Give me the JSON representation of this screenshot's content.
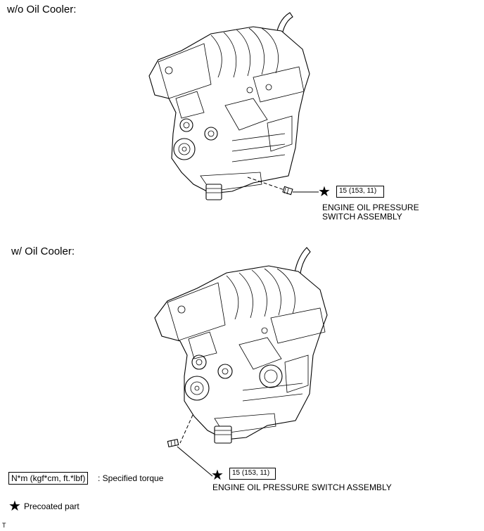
{
  "diagrams": [
    {
      "title": "w/o Oil Cooler:",
      "torque": "15 (153, 11)",
      "part_label_lines": [
        "ENGINE OIL PRESSURE",
        "SWITCH ASSEMBLY"
      ]
    },
    {
      "title": "w/ Oil Cooler:",
      "torque": "15 (153, 11)",
      "part_label_lines": [
        "ENGINE OIL PRESSURE SWITCH ASSEMBLY"
      ]
    }
  ],
  "legend": {
    "torque_unit_box": "N*m (kgf*cm, ft.*lbf)",
    "torque_caption": ": Specified torque",
    "precoated_caption": "Precoated part"
  },
  "footer_mark": "T",
  "icons": {
    "precoated": "black-star-icon"
  }
}
